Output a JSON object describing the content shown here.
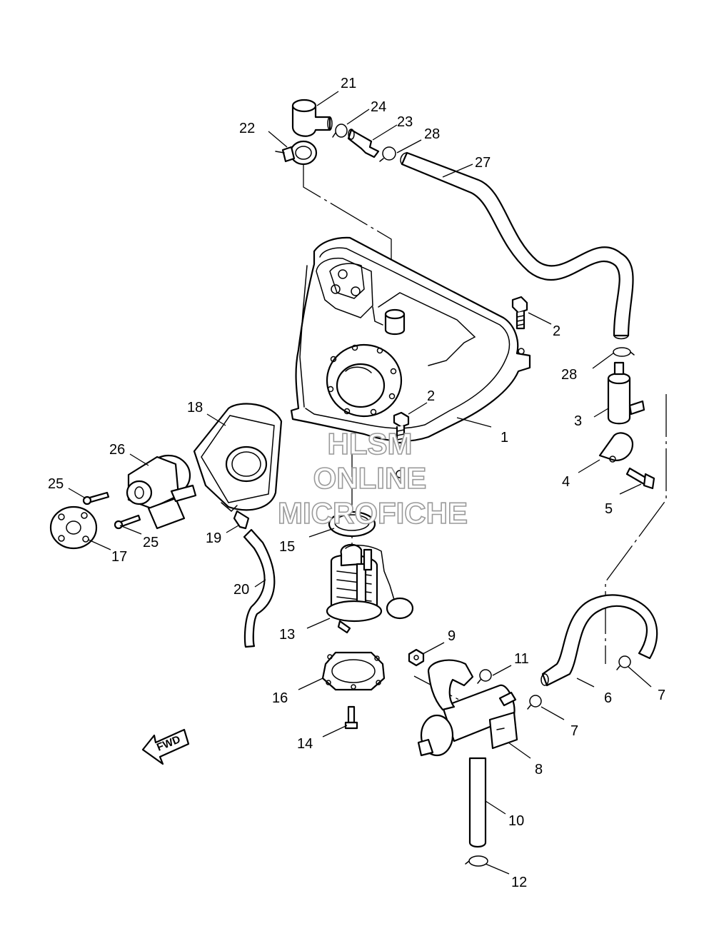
{
  "callouts": [
    "1",
    "2",
    "2",
    "3",
    "4",
    "5",
    "6",
    "7",
    "7",
    "8",
    "9",
    "10",
    "11",
    "12",
    "13",
    "14",
    "15",
    "16",
    "17",
    "18",
    "19",
    "20",
    "21",
    "22",
    "23",
    "24",
    "25",
    "25",
    "26",
    "27",
    "28",
    "28"
  ],
  "watermark": {
    "line1": "HLSM",
    "line2": "ONLINE",
    "line3": "MICROFICHE"
  },
  "fwd_label": "FWD"
}
